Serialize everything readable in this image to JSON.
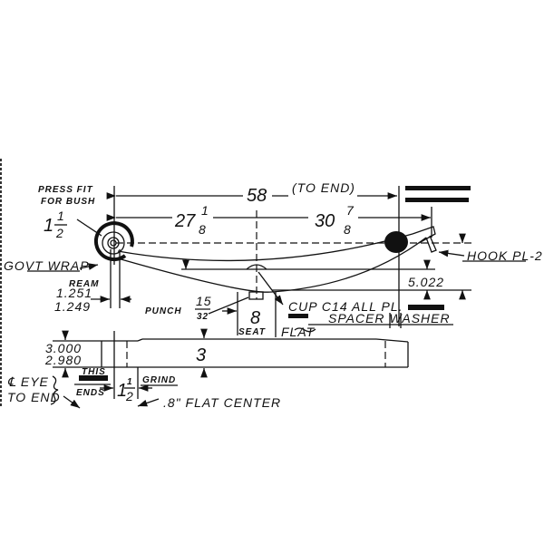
{
  "notes": {
    "press_fit_1": "PRESS FIT",
    "press_fit_2": "FOR BUSH",
    "eye_dia_whole": "1",
    "eye_dia_num": "1",
    "eye_dia_den": "2",
    "govt_wrap": "GOVT WRAP",
    "ream": "REAM",
    "ream_max": "1.251",
    "ream_min": "1.249",
    "punch": "PUNCH",
    "punch_num": "15",
    "punch_den": "32",
    "seat_value": "8",
    "seat": "SEAT",
    "flat": "FLAT",
    "cup": "CUP C14 ALL PL.",
    "spacer_washer": "SPACER WASHER",
    "hook": "HOOK PL-2",
    "height": "5.022",
    "overall": "58",
    "to_end": "(TO END)",
    "left_whole": "27",
    "left_num": "1",
    "left_den": "8",
    "right_whole": "30",
    "right_num": "7",
    "right_den": "8",
    "width_max": "3.000",
    "width_min": "2.980",
    "width": "3",
    "this": "THIS",
    "ends": "ENDS",
    "grind_whole": "1",
    "grind_num": "1",
    "grind_den": "2",
    "grind": "GRIND",
    "eye_to_end_1": "℄ EYE",
    "eye_to_end_2": "TO END",
    "flat_center": ".8\" FLAT CENTER"
  }
}
